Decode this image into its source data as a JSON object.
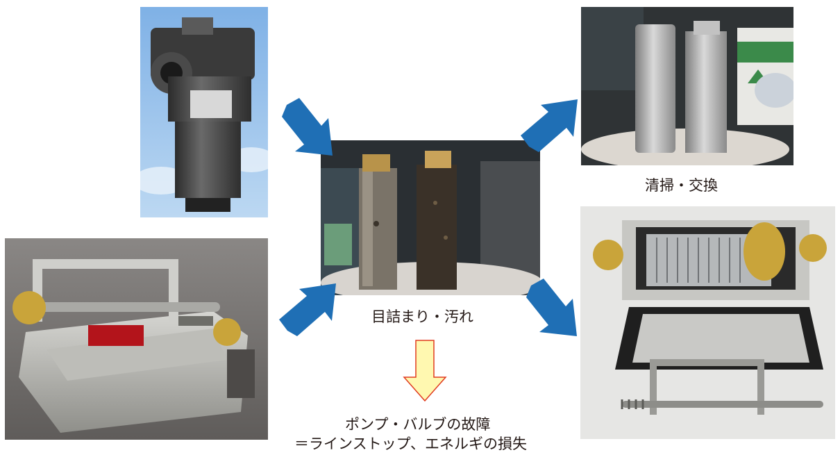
{
  "captions": {
    "clogged": "目詰まり・汚れ",
    "cleaning": "清掃・交換",
    "failure_line1": "ポンプ・バルブの故障",
    "failure_line2": "＝ラインストップ、エネルギの損失"
  },
  "photos": {
    "top_left": "line-filter-unit-photo",
    "bottom_left": "tank-filter-unit-photo",
    "center": "clogged-filter-elements-photo",
    "top_right": "cleaned-filter-elements-photo",
    "bottom_right": "disassembled-filter-photo"
  },
  "colors": {
    "blue_arrow": "#1f6fb5",
    "down_arrow_fill": "#fff8b0",
    "down_arrow_stroke": "#e03a1e",
    "text": "#231815"
  }
}
